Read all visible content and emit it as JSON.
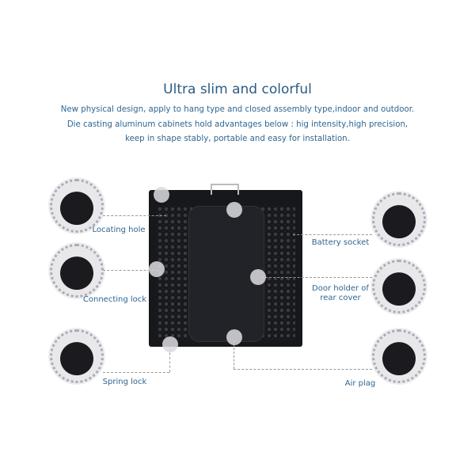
{
  "title": "Ultra slim and colorful",
  "description": [
    "New physical design, apply to hang type and closed assembly type,indoor and outdoor.",
    "Die casting aluminum cabinets hold advantages below : hig intensity,high precision,",
    "keep in shape stably, portable and easy for installation."
  ],
  "features": {
    "locating_hole": "Locating hole",
    "connecting_lock": "Connecting lock",
    "spring_lock": "Spring lock",
    "battery_socket": "Battery socket",
    "door_holder": [
      "Door holder of",
      "rear cover"
    ],
    "air_plag": "Air plag"
  }
}
